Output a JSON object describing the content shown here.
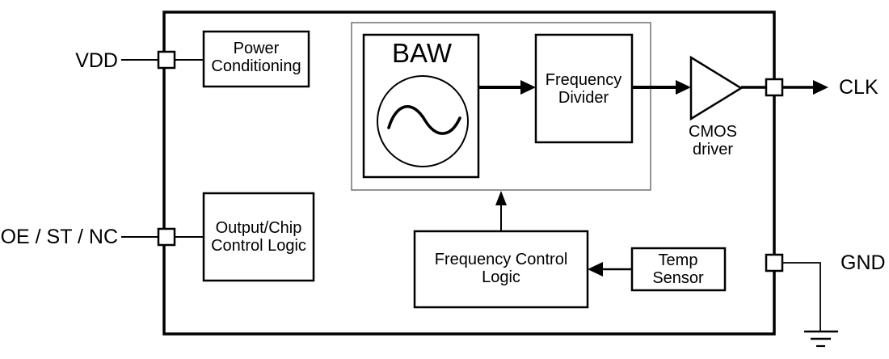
{
  "diagram_type": "functional-block-diagram",
  "colors": {
    "background": "#ffffff",
    "line": "#000000",
    "inner_region_border": "#666666"
  },
  "pins": {
    "vdd": "VDD",
    "oe_st_nc": "OE / ST / NC",
    "clk": "CLK",
    "gnd": "GND"
  },
  "blocks": {
    "power_conditioning": {
      "line1": "Power",
      "line2": "Conditioning"
    },
    "output_chip_control_logic": {
      "line1": "Output/Chip",
      "line2": "Control Logic"
    },
    "baw": {
      "label": "BAW"
    },
    "frequency_divider": {
      "line1": "Frequency",
      "line2": "Divider"
    },
    "frequency_control_logic": {
      "line1": "Frequency Control",
      "line2": "Logic"
    },
    "temp_sensor": {
      "line1": "Temp",
      "line2": "Sensor"
    },
    "cmos_driver": {
      "line1": "CMOS",
      "line2": "driver"
    }
  }
}
